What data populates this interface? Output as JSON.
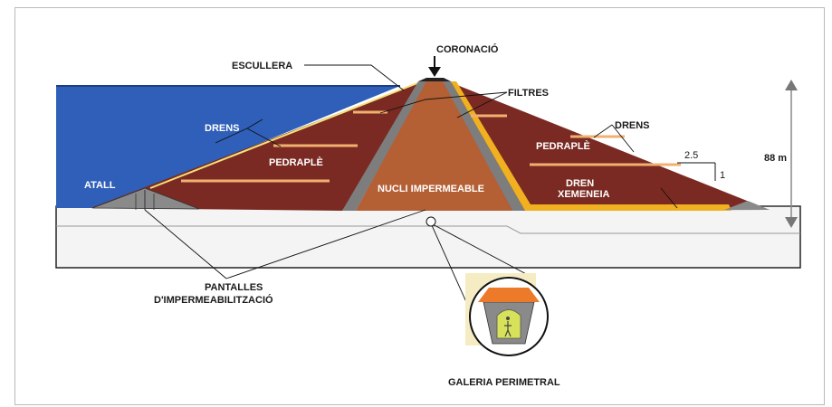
{
  "labels": {
    "coronacio": "CORONACIÓ",
    "escullera": "ESCULLERA",
    "filtres": "FILTRES",
    "drens_left": "DRENS",
    "drens_right": "DRENS",
    "pedraple_left": "PEDRAPLÈ",
    "pedraple_right": "PEDRAPLÈ",
    "nucli": "NUCLI IMPERMEABLE",
    "atall": "ATALL",
    "dren_xemeneia_1": "DREN",
    "dren_xemeneia_2": "XEMENEIA",
    "slope_h": "2.5",
    "slope_v": "1",
    "height": "88 m",
    "pantalles_1": "PANTALLES",
    "pantalles_2": "D'IMPERMEABILITZACIÓ",
    "galeria": "GALERIA PERIMETRAL"
  },
  "colors": {
    "water": "#2f5fb8",
    "rockfill": "#7a2a22",
    "core": "#b55f35",
    "filter": "#7d7d7d",
    "drain": "#e9a24a",
    "chimney_drain": "#f0b020",
    "foundation": "#f2f2f2"
  }
}
